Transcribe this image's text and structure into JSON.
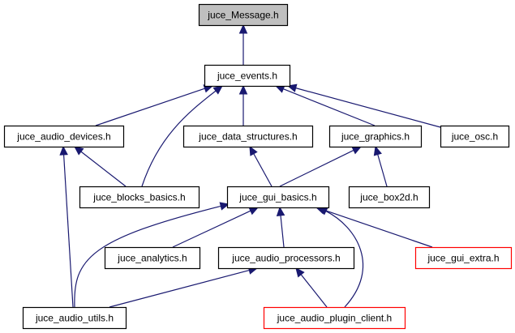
{
  "diagram": {
    "title": "juce_Message.h include dependency graph",
    "colors": {
      "edge": "#191970",
      "node_border": "#000000",
      "node_border_truncated": "#ff0000",
      "root_fill": "#bfbfbf",
      "node_fill": "#ffffff"
    },
    "nodes": [
      {
        "id": "msg",
        "label": "juce_Message.h",
        "root": true,
        "truncated": false
      },
      {
        "id": "events",
        "label": "juce_events.h",
        "root": false,
        "truncated": false
      },
      {
        "id": "audio_devices",
        "label": "juce_audio_devices.h",
        "root": false,
        "truncated": false
      },
      {
        "id": "data_structures",
        "label": "juce_data_structures.h",
        "root": false,
        "truncated": false
      },
      {
        "id": "graphics",
        "label": "juce_graphics.h",
        "root": false,
        "truncated": false
      },
      {
        "id": "osc",
        "label": "juce_osc.h",
        "root": false,
        "truncated": false
      },
      {
        "id": "blocks_basics",
        "label": "juce_blocks_basics.h",
        "root": false,
        "truncated": false
      },
      {
        "id": "gui_basics",
        "label": "juce_gui_basics.h",
        "root": false,
        "truncated": false
      },
      {
        "id": "box2d",
        "label": "juce_box2d.h",
        "root": false,
        "truncated": false
      },
      {
        "id": "analytics",
        "label": "juce_analytics.h",
        "root": false,
        "truncated": false
      },
      {
        "id": "audio_processors",
        "label": "juce_audio_processors.h",
        "root": false,
        "truncated": false
      },
      {
        "id": "gui_extra",
        "label": "juce_gui_extra.h",
        "root": false,
        "truncated": true
      },
      {
        "id": "audio_utils",
        "label": "juce_audio_utils.h",
        "root": false,
        "truncated": false
      },
      {
        "id": "audio_plugin_client",
        "label": "juce_audio_plugin_client.h",
        "root": false,
        "truncated": true
      }
    ],
    "edges": [
      {
        "from": "events",
        "to": "msg"
      },
      {
        "from": "audio_devices",
        "to": "events"
      },
      {
        "from": "blocks_basics",
        "to": "events"
      },
      {
        "from": "data_structures",
        "to": "events"
      },
      {
        "from": "graphics",
        "to": "events"
      },
      {
        "from": "osc",
        "to": "events"
      },
      {
        "from": "blocks_basics",
        "to": "audio_devices"
      },
      {
        "from": "audio_utils",
        "to": "audio_devices"
      },
      {
        "from": "gui_basics",
        "to": "data_structures"
      },
      {
        "from": "gui_basics",
        "to": "graphics"
      },
      {
        "from": "box2d",
        "to": "graphics"
      },
      {
        "from": "audio_utils",
        "to": "gui_basics"
      },
      {
        "from": "analytics",
        "to": "gui_basics"
      },
      {
        "from": "audio_processors",
        "to": "gui_basics"
      },
      {
        "from": "gui_extra",
        "to": "gui_basics"
      },
      {
        "from": "audio_plugin_client",
        "to": "gui_basics"
      },
      {
        "from": "audio_utils",
        "to": "audio_processors"
      },
      {
        "from": "audio_plugin_client",
        "to": "audio_processors"
      }
    ]
  }
}
